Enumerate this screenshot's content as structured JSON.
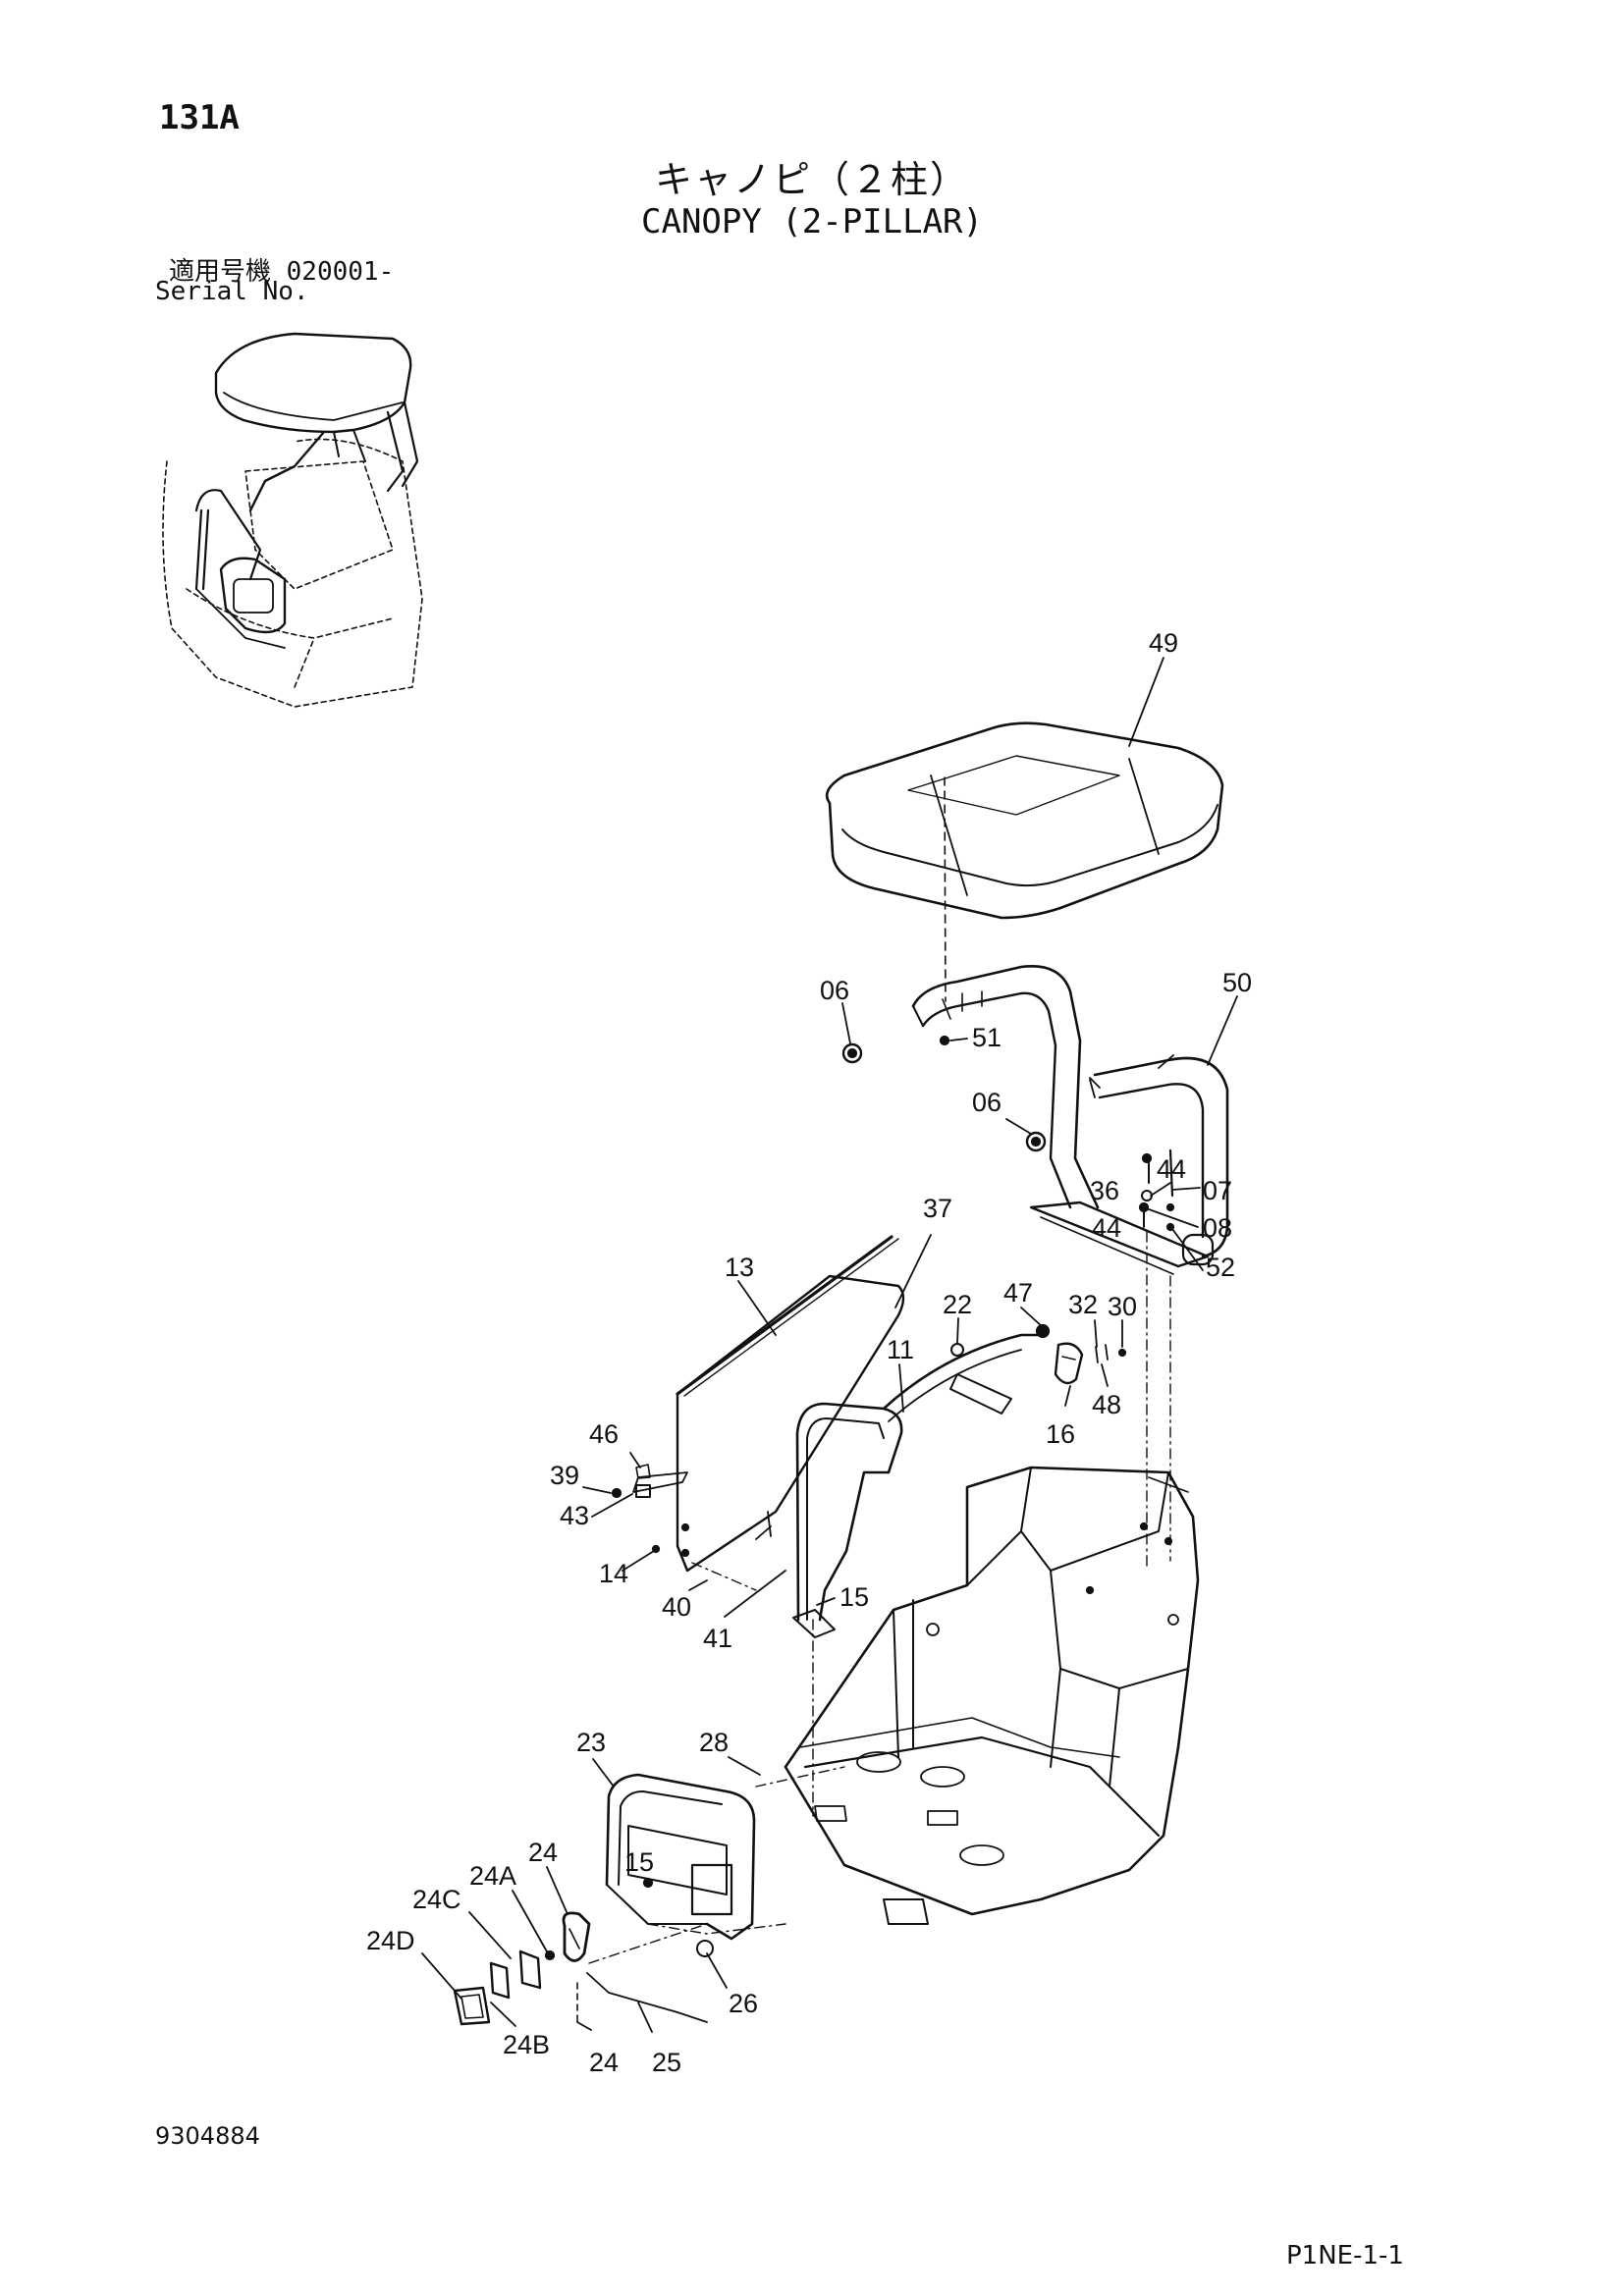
{
  "header": {
    "page_code": "131A",
    "title_ja": "キャノピ（２柱）",
    "title_en": "CANOPY (2-PILLAR)",
    "serial_label_ja": "適用号機 020001-",
    "serial_label_en": "Serial No."
  },
  "callouts": [
    {
      "id": "49",
      "text": "49"
    },
    {
      "id": "06a",
      "text": "06"
    },
    {
      "id": "51",
      "text": "51"
    },
    {
      "id": "50",
      "text": "50"
    },
    {
      "id": "06b",
      "text": "06"
    },
    {
      "id": "44a",
      "text": "44"
    },
    {
      "id": "36",
      "text": "36"
    },
    {
      "id": "07",
      "text": "07"
    },
    {
      "id": "44b",
      "text": "44"
    },
    {
      "id": "08",
      "text": "08"
    },
    {
      "id": "52",
      "text": "52"
    },
    {
      "id": "37",
      "text": "37"
    },
    {
      "id": "13",
      "text": "13"
    },
    {
      "id": "47",
      "text": "47"
    },
    {
      "id": "22",
      "text": "22"
    },
    {
      "id": "32",
      "text": "32"
    },
    {
      "id": "30",
      "text": "30"
    },
    {
      "id": "11",
      "text": "11"
    },
    {
      "id": "48",
      "text": "48"
    },
    {
      "id": "16",
      "text": "16"
    },
    {
      "id": "46",
      "text": "46"
    },
    {
      "id": "39",
      "text": "39"
    },
    {
      "id": "43",
      "text": "43"
    },
    {
      "id": "14",
      "text": "14"
    },
    {
      "id": "40",
      "text": "40"
    },
    {
      "id": "15a",
      "text": "15"
    },
    {
      "id": "41",
      "text": "41"
    },
    {
      "id": "23",
      "text": "23"
    },
    {
      "id": "28",
      "text": "28"
    },
    {
      "id": "24a",
      "text": "24"
    },
    {
      "id": "24A",
      "text": "24A"
    },
    {
      "id": "15b",
      "text": "15"
    },
    {
      "id": "24C",
      "text": "24C"
    },
    {
      "id": "24D",
      "text": "24D"
    },
    {
      "id": "26",
      "text": "26"
    },
    {
      "id": "24B",
      "text": "24B"
    },
    {
      "id": "24b",
      "text": "24"
    },
    {
      "id": "25",
      "text": "25"
    }
  ],
  "footer": {
    "doc_number": "9304884",
    "page_ref": "P1NE-1-1"
  }
}
